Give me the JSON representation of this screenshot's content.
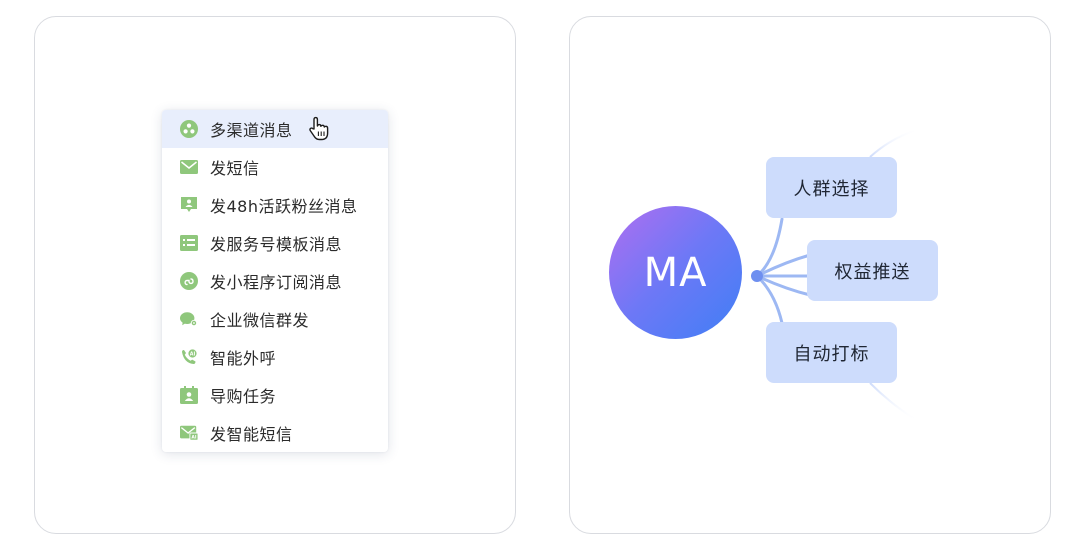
{
  "left_panel": {
    "menu": {
      "items": [
        {
          "label": "多渠道消息",
          "icon": "channels-icon",
          "active": true
        },
        {
          "label": "发短信",
          "icon": "envelope-icon",
          "active": false
        },
        {
          "label": "发48h活跃粉丝消息",
          "icon": "fan-message-icon",
          "active": false
        },
        {
          "label": "发服务号模板消息",
          "icon": "template-message-icon",
          "active": false
        },
        {
          "label": "发小程序订阅消息",
          "icon": "mini-program-icon",
          "active": false
        },
        {
          "label": "企业微信群发",
          "icon": "wecom-icon",
          "active": false
        },
        {
          "label": "智能外呼",
          "icon": "ai-call-icon",
          "active": false
        },
        {
          "label": "导购任务",
          "icon": "shopping-guide-icon",
          "active": false
        },
        {
          "label": "发智能短信",
          "icon": "smart-sms-icon",
          "active": false
        }
      ]
    },
    "cursor_icon": "hand-pointer-icon"
  },
  "right_panel": {
    "center_label": "MA",
    "nodes": [
      {
        "label": "人群选择"
      },
      {
        "label": "权益推送"
      },
      {
        "label": "自动打标"
      }
    ]
  },
  "colors": {
    "icon_green": "#8fc77c",
    "menu_active_bg": "#e8eefc",
    "node_bg": "#cddcfc",
    "connector": "#9db8f3",
    "circle_gradient": [
      "#b06ef0",
      "#3f7ff5"
    ]
  }
}
